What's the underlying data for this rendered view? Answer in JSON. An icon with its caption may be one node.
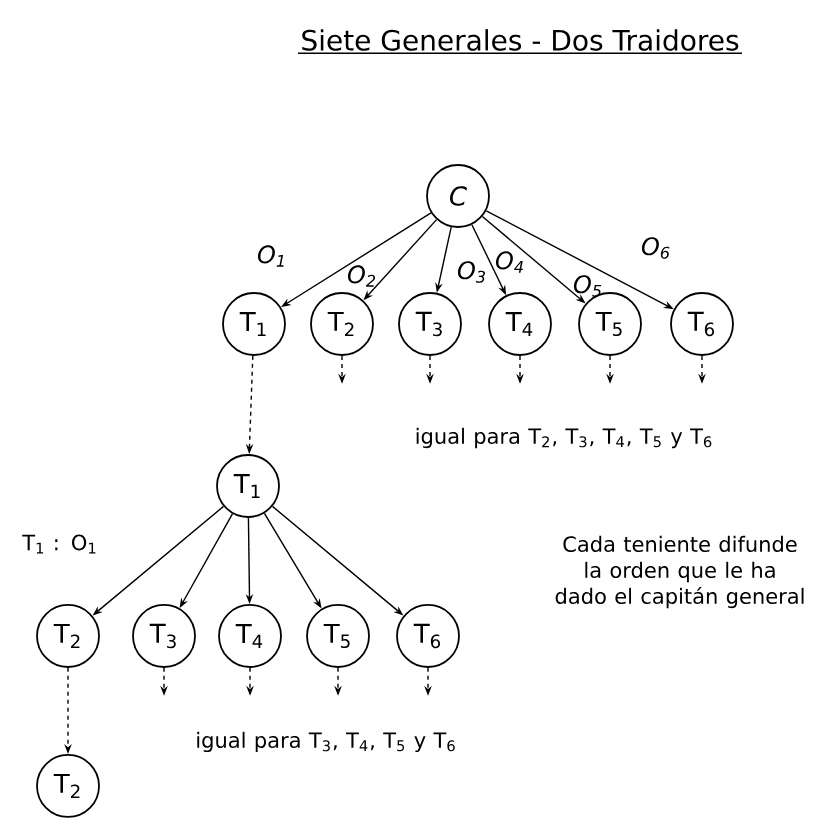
{
  "diagram": {
    "title": "Siete Generales - Dos Traidores",
    "nodes": [
      {
        "text": [
          "C"
        ]
      },
      {
        "text": [
          "T$_{1}$"
        ]
      },
      {
        "text": [
          "T$_{2}$"
        ]
      },
      {
        "text": [
          "T$_{3}$"
        ]
      },
      {
        "text": [
          "T$_{4}$"
        ]
      },
      {
        "text": [
          "T$_{5}$"
        ]
      },
      {
        "text": [
          "T$_{6}$"
        ]
      },
      {
        "text": [
          "T$_{1}$"
        ]
      },
      {
        "text": [
          "T$_{2}$"
        ]
      },
      {
        "text": [
          "T$_{3}$"
        ]
      },
      {
        "text": [
          "T$_{4}$"
        ]
      },
      {
        "text": [
          "T$_{5}$"
        ]
      },
      {
        "text": [
          "T$_{6}$"
        ]
      },
      {
        "text": [
          "T$_{2}$"
        ]
      }
    ],
    "edges": [
      {
        "from": 0,
        "to": 1,
        "arrow": "to",
        "label": "O$_{1}$"
      },
      {
        "from": 0,
        "to": 2,
        "arrow": "to",
        "label": "O$_{2}$"
      },
      {
        "from": 0,
        "to": 3,
        "arrow": "to",
        "label": "O$_{3}$"
      },
      {
        "from": 0,
        "to": 4,
        "arrow": "to",
        "label": "O$_{4}$"
      },
      {
        "from": 0,
        "to": 5,
        "arrow": "to",
        "label": "O$_{5}$"
      },
      {
        "from": 0,
        "to": 6,
        "arrow": "to",
        "label": "O$_{6}$"
      },
      {
        "from": 1,
        "to": 7,
        "arrow": "to",
        "style": "dashed"
      },
      {
        "from": 2,
        "to": null,
        "arrow": "to",
        "style": "dashed"
      },
      {
        "from": 3,
        "to": null,
        "arrow": "to",
        "style": "dashed"
      },
      {
        "from": 4,
        "to": null,
        "arrow": "to",
        "style": "dashed"
      },
      {
        "from": 5,
        "to": null,
        "arrow": "to",
        "style": "dashed"
      },
      {
        "from": 6,
        "to": null,
        "arrow": "to",
        "style": "dashed"
      },
      {
        "from": 7,
        "to": 8,
        "arrow": "to"
      },
      {
        "from": 7,
        "to": 9,
        "arrow": "to"
      },
      {
        "from": 7,
        "to": 10,
        "arrow": "to"
      },
      {
        "from": 7,
        "to": 11,
        "arrow": "to"
      },
      {
        "from": 7,
        "to": 12,
        "arrow": "to"
      },
      {
        "from": 8,
        "to": 13,
        "arrow": "to",
        "style": "dashed"
      },
      {
        "from": 9,
        "to": null,
        "arrow": "to",
        "style": "dashed"
      },
      {
        "from": 10,
        "to": null,
        "arrow": "to",
        "style": "dashed"
      },
      {
        "from": 11,
        "to": null,
        "arrow": "to",
        "style": "dashed"
      },
      {
        "from": 12,
        "to": null,
        "arrow": "to",
        "style": "dashed"
      }
    ],
    "labels": [
      "igual para T$_{2}$, T$_{3}$, T$_{4}$, T$_{5}$ y T$_{6}$",
      "T$_{1}$ : O$_{1}$",
      "Cada teniente difunde la orden que le ha dado el capitán general",
      "igual para T$_{3}$, T$_{4}$, T$_{5}$ y T$_{6}$"
    ]
  }
}
